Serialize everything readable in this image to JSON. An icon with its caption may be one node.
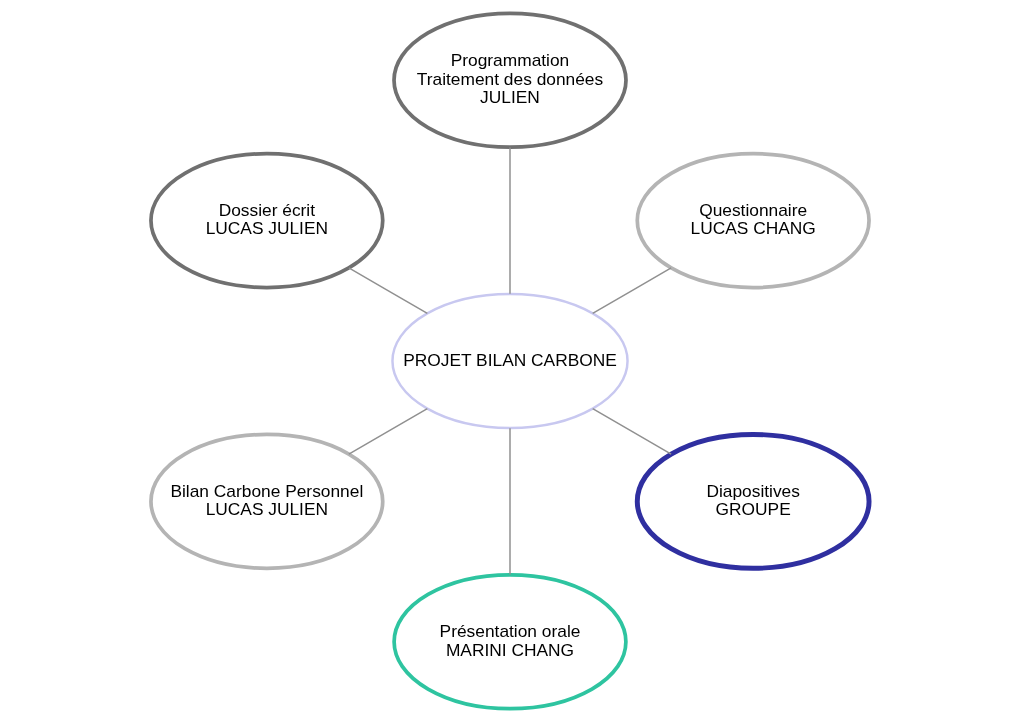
{
  "diagram": {
    "nodes": [
      {
        "text": [
          "PROJET BILAN CARBONE"
        ]
      },
      {
        "text": [
          "Questionnaire",
          "LUCAS CHANG"
        ]
      },
      {
        "text": [
          "Programmation",
          "Traitement des données",
          "JULIEN"
        ]
      },
      {
        "text": [
          "Dossier écrit",
          "LUCAS JULIEN"
        ]
      },
      {
        "text": [
          "Bilan Carbone Personnel",
          "LUCAS JULIEN"
        ]
      },
      {
        "text": [
          "Présentation orale",
          "MARINI CHANG"
        ]
      },
      {
        "text": [
          "Diapositives",
          "GROUPE"
        ]
      }
    ],
    "edges": [
      {
        "from": 0,
        "to": 1,
        "arrow": "none"
      },
      {
        "from": 0,
        "to": 3,
        "arrow": "none"
      },
      {
        "from": 0,
        "to": 5,
        "arrow": "none"
      },
      {
        "from": 0,
        "to": 6,
        "arrow": "none"
      },
      {
        "from": 0,
        "to": 4,
        "arrow": "none"
      },
      {
        "from": 0,
        "to": 2,
        "arrow": "none"
      }
    ]
  }
}
